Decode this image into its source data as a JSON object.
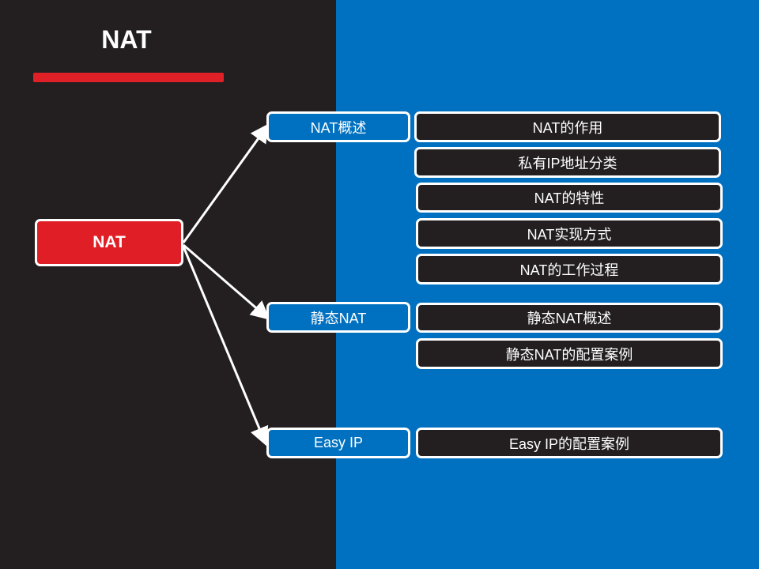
{
  "title": "NAT",
  "root": "NAT",
  "branches": [
    {
      "label": "NAT概述",
      "children": [
        "NAT的作用",
        "私有IP地址分类",
        "NAT的特性",
        "NAT实现方式",
        "NAT的工作过程"
      ]
    },
    {
      "label": "静态NAT",
      "children": [
        "静态NAT概述",
        "静态NAT的配置案例"
      ]
    },
    {
      "label": "Easy IP",
      "children": [
        "Easy IP的配置案例"
      ]
    }
  ],
  "colors": {
    "dark": "#231f20",
    "blue": "#0070c0",
    "red": "#e01e25"
  }
}
